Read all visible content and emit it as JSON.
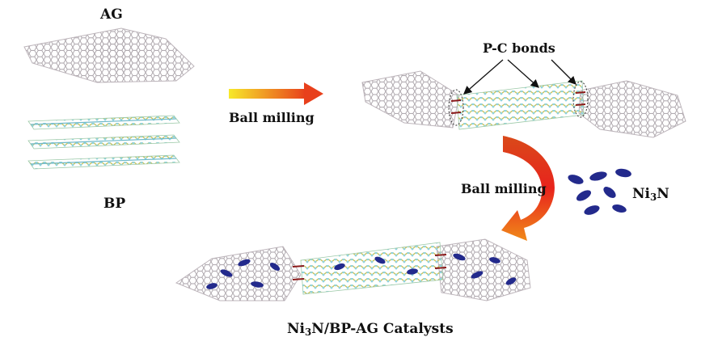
{
  "labels": {
    "ag": "AG",
    "bp": "BP",
    "ball_milling_1": "Ball milling",
    "ball_milling_2": "Ball milling",
    "pc_bonds": "P-C bonds",
    "ni3n": {
      "pre": "Ni",
      "sub": "3",
      "post": "N"
    },
    "catalyst": {
      "pre": "Ni",
      "sub": "3",
      "post": "N/BP-AG Catalysts"
    }
  },
  "colors": {
    "graphene": "#b8b0b6",
    "phosphorus_atom": "#8fd3df",
    "phosphorus_bond": "#c9c25a",
    "ni3n": "#232a8c",
    "pc_bond": "#8b1a1a",
    "arrow_start": "#f7e92a",
    "arrow_end": "#e8401c"
  },
  "icons": {
    "graphene": "hexagon-lattice",
    "black_phosphorus": "puckered-layer",
    "nanoparticle": "ellipsoid"
  }
}
